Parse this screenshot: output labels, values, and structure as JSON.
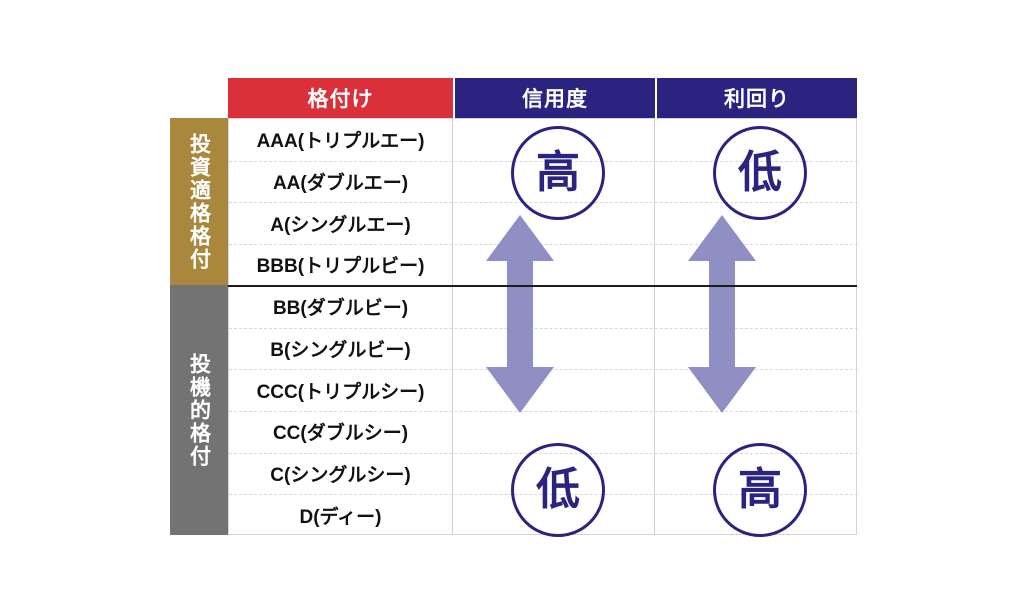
{
  "table": {
    "headers": {
      "rating": "格付け",
      "credit": "信用度",
      "yield": "利回り"
    },
    "categories": [
      {
        "label": "投資適格格付",
        "color": "#a9873d",
        "rows": 4
      },
      {
        "label": "投機的格付",
        "color": "#737373",
        "rows": 6
      }
    ],
    "ratings": [
      "AAA(トリプルエー)",
      "AA(ダブルエー)",
      "A(シングルエー)",
      "BBB(トリプルビー)",
      "BB(ダブルビー)",
      "B(シングルビー)",
      "CCC(トリプルシー)",
      "CC(ダブルシー)",
      "C(シングルシー)",
      "D(ディー)"
    ],
    "credit_column": {
      "top_marker": "高",
      "bottom_marker": "低",
      "arrow": "double-headed-vertical-arrow"
    },
    "yield_column": {
      "top_marker": "低",
      "bottom_marker": "高",
      "arrow": "double-headed-vertical-arrow"
    }
  },
  "colors": {
    "header_rating_bg": "#d9303a",
    "header_value_bg": "#2a2380",
    "investment_grade_bg": "#a9873d",
    "speculative_grade_bg": "#737373",
    "circle_stroke": "#2a2380",
    "arrow_fill": "#8f8fc4",
    "row_separator": "#d8d8d8",
    "grade_divider": "#1c1c1c"
  }
}
